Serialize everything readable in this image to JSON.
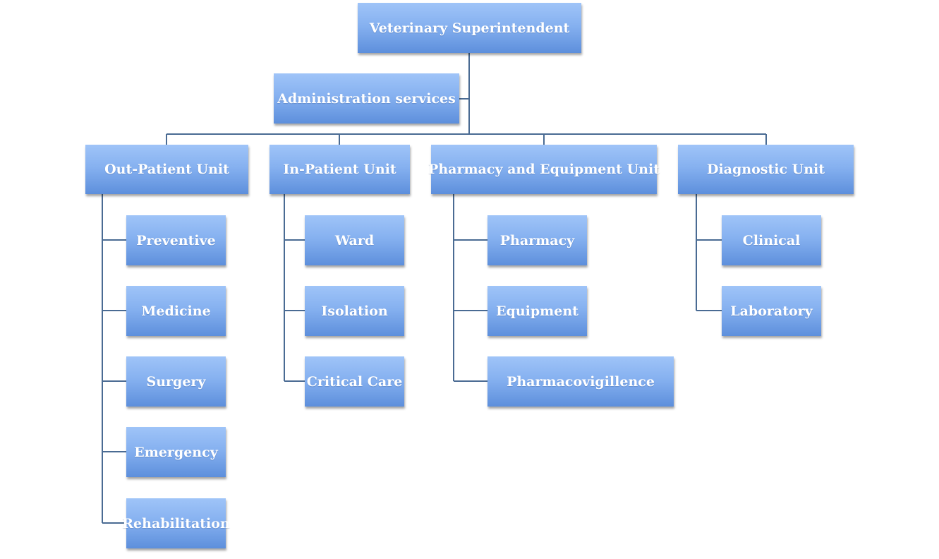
{
  "diagram": {
    "root": "Veterinary Superintendent",
    "staff": "Administration services",
    "units": [
      {
        "name": "Out-Patient Unit",
        "children": [
          "Preventive",
          "Medicine",
          "Surgery",
          "Emergency",
          "Rehabilitation"
        ]
      },
      {
        "name": "In-Patient Unit",
        "children": [
          "Ward",
          "Isolation",
          "Critical Care"
        ]
      },
      {
        "name": "Pharmacy and Equipment Unit",
        "children": [
          "Pharmacy",
          "Equipment",
          "Pharmacovigillence"
        ]
      },
      {
        "name": "Diagnostic Unit",
        "children": [
          "Clinical",
          "Laboratory"
        ]
      }
    ]
  }
}
